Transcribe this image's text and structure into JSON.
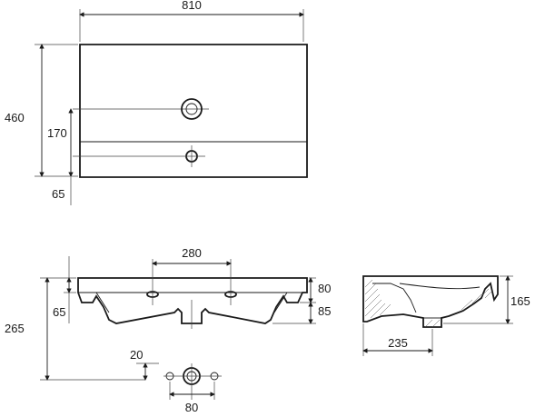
{
  "dimensions": {
    "overall_width": "810",
    "overall_depth": "460",
    "tap_hole_offset": "170",
    "front_edge": "65",
    "tap_spacing": "280",
    "front_height": "80",
    "side_height_left": "65",
    "side_height_right": "85",
    "total_height": "265",
    "hole_offset": "20",
    "hole_spacing": "80",
    "bowl_depth": "165",
    "section_depth": "235"
  },
  "views": [
    "top-view",
    "front-view",
    "side-section-view",
    "mounting-detail"
  ]
}
